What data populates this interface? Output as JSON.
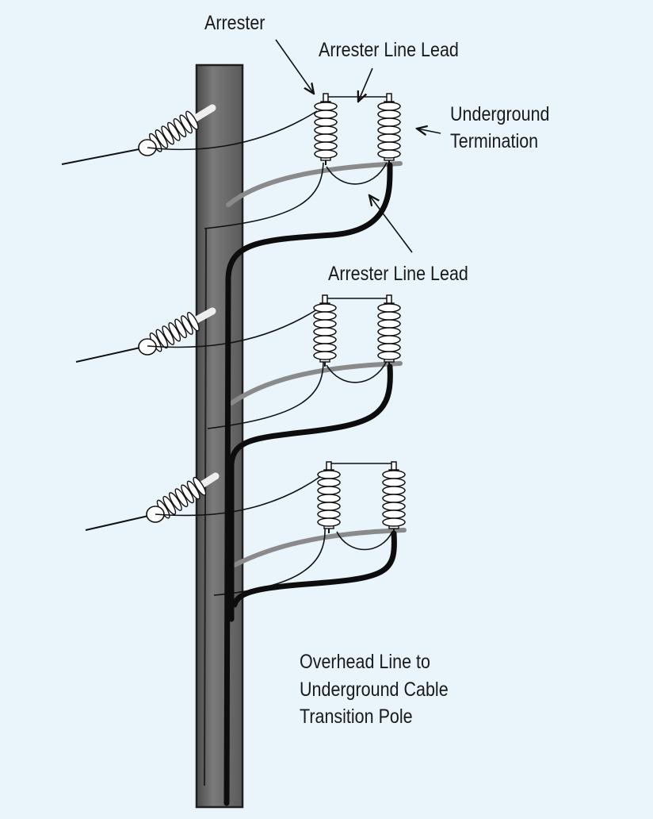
{
  "labels": {
    "arrester": "Arrester",
    "arrester_line_lead_top": "Arrester Line Lead",
    "underground_termination_l1": "Underground",
    "underground_termination_l2": "Termination",
    "arrester_line_lead_mid": "Arrester Line Lead",
    "caption_l1": "Overhead Line to",
    "caption_l2": "Underground Cable",
    "caption_l3": "Transition Pole"
  },
  "colors": {
    "background": "#e9f4fb",
    "pole": "#6b6b6b",
    "pole_outline": "#1e1e1e",
    "cable": "#0d0d0d",
    "gray_cable": "#8a8a8a",
    "insulator": "#ffffff",
    "text": "#1a1a1a"
  }
}
